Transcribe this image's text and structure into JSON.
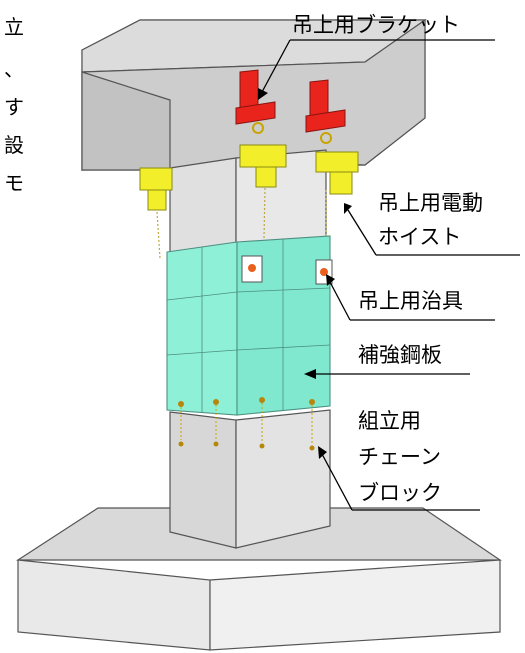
{
  "edge_text": [
    "立",
    "、",
    "す",
    "設",
    "モ"
  ],
  "labels": {
    "bracket": "吊上用ブラケット",
    "hoist_line1": "吊上用電動",
    "hoist_line2": "ホイスト",
    "jig": "吊上用治具",
    "plate": "補強鋼板",
    "chain_line1": "組立用",
    "chain_line2": "チェーン",
    "chain_line3": "ブロック"
  },
  "colors": {
    "concrete_top": "#c8c8c8",
    "concrete_side": "#dcdcdc",
    "steel_plate": "#7fe8cf",
    "bracket": "#e8241c",
    "hoist": "#f2ee2a"
  }
}
